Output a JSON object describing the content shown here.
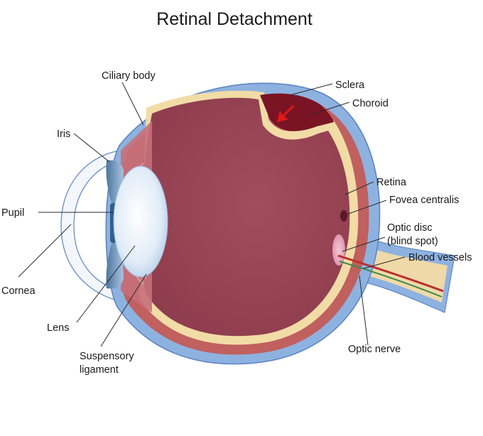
{
  "title": "Retinal Detachment",
  "labels": {
    "ciliary_body": "Ciliary body",
    "sclera": "Sclera",
    "choroid": "Choroid",
    "iris": "Iris",
    "retina": "Retina",
    "fovea_centralis": "Fovea centralis",
    "pupil": "Pupil",
    "optic_disc_line1": "Optic disc",
    "optic_disc_line2": "(blind spot)",
    "blood_vessels": "Blood vessels",
    "cornea": "Cornea",
    "lens": "Lens",
    "optic_nerve": "Optic nerve",
    "suspensory_line1": "Suspensory",
    "suspensory_line2": "ligament"
  },
  "colors": {
    "sclera": "#8eb2e0",
    "sclera_edge": "#5e85c4",
    "choroid": "#c0605f",
    "retina": "#f2dca6",
    "vitreous": "#9a4555",
    "detached_space": "#7a1424",
    "arrow": "#e01818",
    "optic_nerve": "#f0d9a8",
    "blood_vessel_red": "#b83030",
    "blood_vessel_green": "#3d8a4a",
    "lens": "#eaf2fb",
    "iris": "#6b90b8",
    "cornea": "#f3f7fc"
  }
}
